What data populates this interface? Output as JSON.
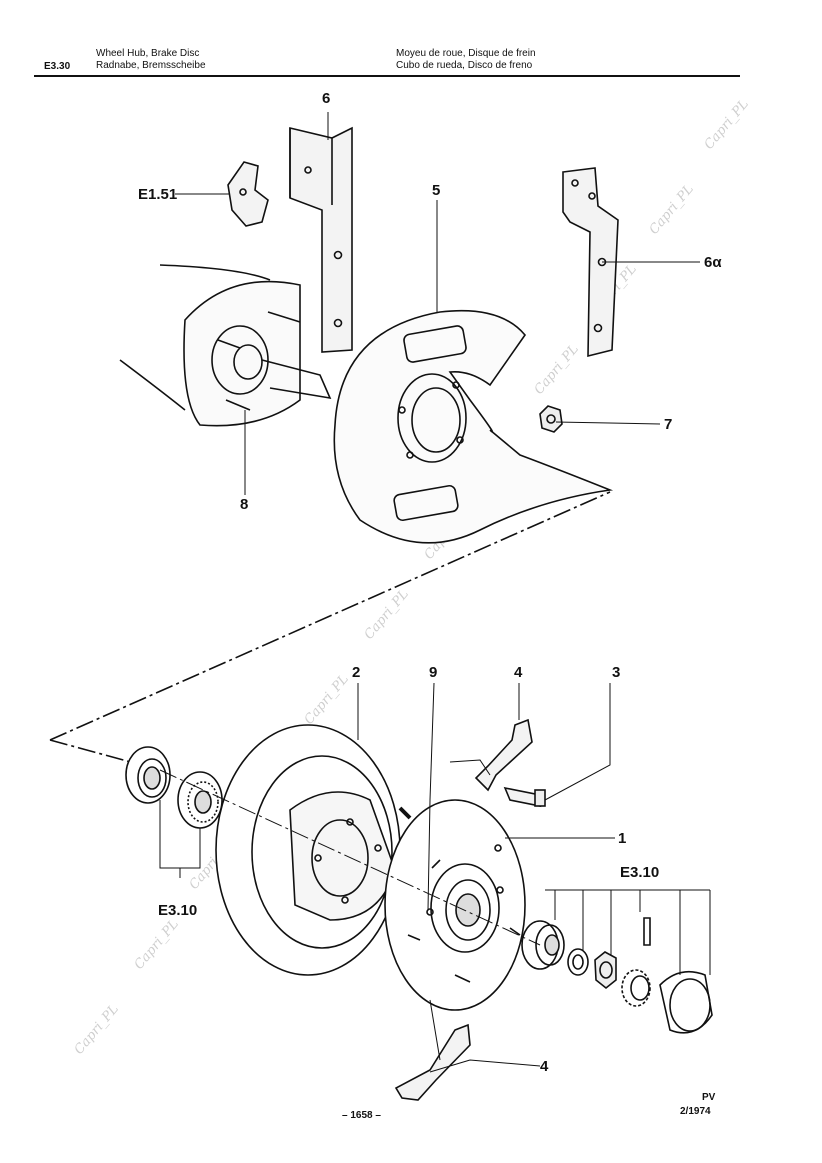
{
  "header": {
    "page_code": "E3.30",
    "title_de_1": "Wheel Hub, Brake Disc",
    "title_de_2": "Radnabe, Bremsscheibe",
    "title_fr": "Moyeu de roue, Disque de frein",
    "title_es": "Cubo de rueda, Disco de freno"
  },
  "callouts": {
    "c6": "6",
    "c5": "5",
    "c6a": "6α",
    "c7": "7",
    "c8": "8",
    "ce151": "E1.51",
    "c2": "2",
    "c9": "9",
    "c4top": "4",
    "c3": "3",
    "c1": "1",
    "ce310left": "E3.10",
    "ce310right": "E3.10",
    "c4bottom": "4"
  },
  "footer": {
    "page_number": "– 1658 –",
    "pv": "PV",
    "date": "2/1974"
  },
  "watermark": "Capri_PL"
}
